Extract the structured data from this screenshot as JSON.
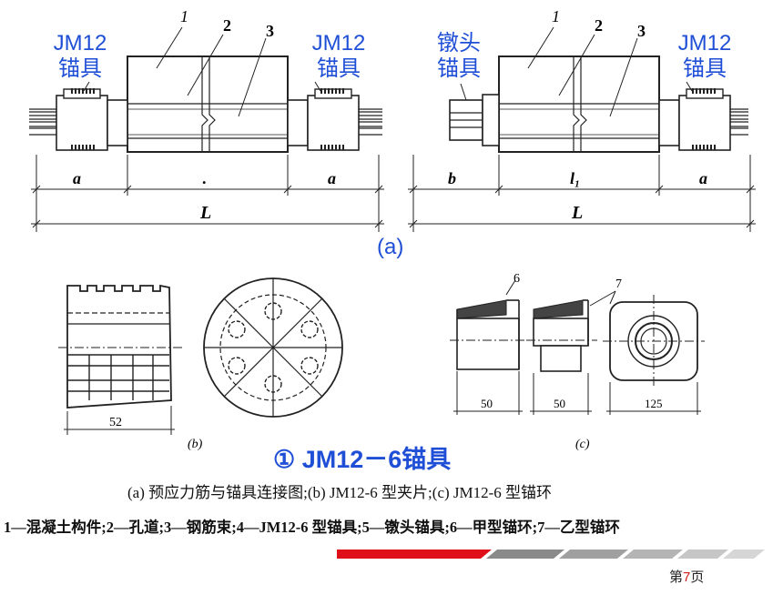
{
  "figure_a": {
    "left": {
      "anchor_left_label": "JM12\n锚具",
      "anchor_right_label": "JM12\n锚具",
      "part_numbers": [
        "1",
        "2",
        "3"
      ],
      "dim_left": "a",
      "dim_mid": ".",
      "dim_right": "a",
      "dim_total": "L"
    },
    "right": {
      "anchor_left_label": "镦头\n锚具",
      "anchor_right_label": "JM12\n锚具",
      "part_numbers": [
        "1",
        "2",
        "3"
      ],
      "dim_left": "b",
      "dim_mid": "l₁",
      "dim_right": "a",
      "dim_total": "L"
    },
    "label": "(a)"
  },
  "figure_b": {
    "dimension": "52",
    "label": "(b)"
  },
  "figure_c": {
    "part_numbers": [
      "6",
      "7"
    ],
    "dimensions": [
      "50",
      "50",
      "125"
    ],
    "label": "(c)"
  },
  "title": {
    "circled_number": "①",
    "text": "JM12－6锚具"
  },
  "caption": "(a) 预应力筋与锚具连接图;(b) JM12-6 型夹片;(c) JM12-6 型锚环",
  "legend": "1—混凝土构件;2—孔道;3—钢筋束;4—JM12-6 型锚具;5—镦头锚具;6—甲型锚环;7—乙型锚环",
  "footer": {
    "page_prefix": "第",
    "page_number": "7",
    "page_suffix": "页"
  },
  "colors": {
    "label_blue": "#1f4fd6",
    "page_number_red": "#d11a1a",
    "bar_red": "#e0101a",
    "bar_gray": "#8a8a8a"
  }
}
